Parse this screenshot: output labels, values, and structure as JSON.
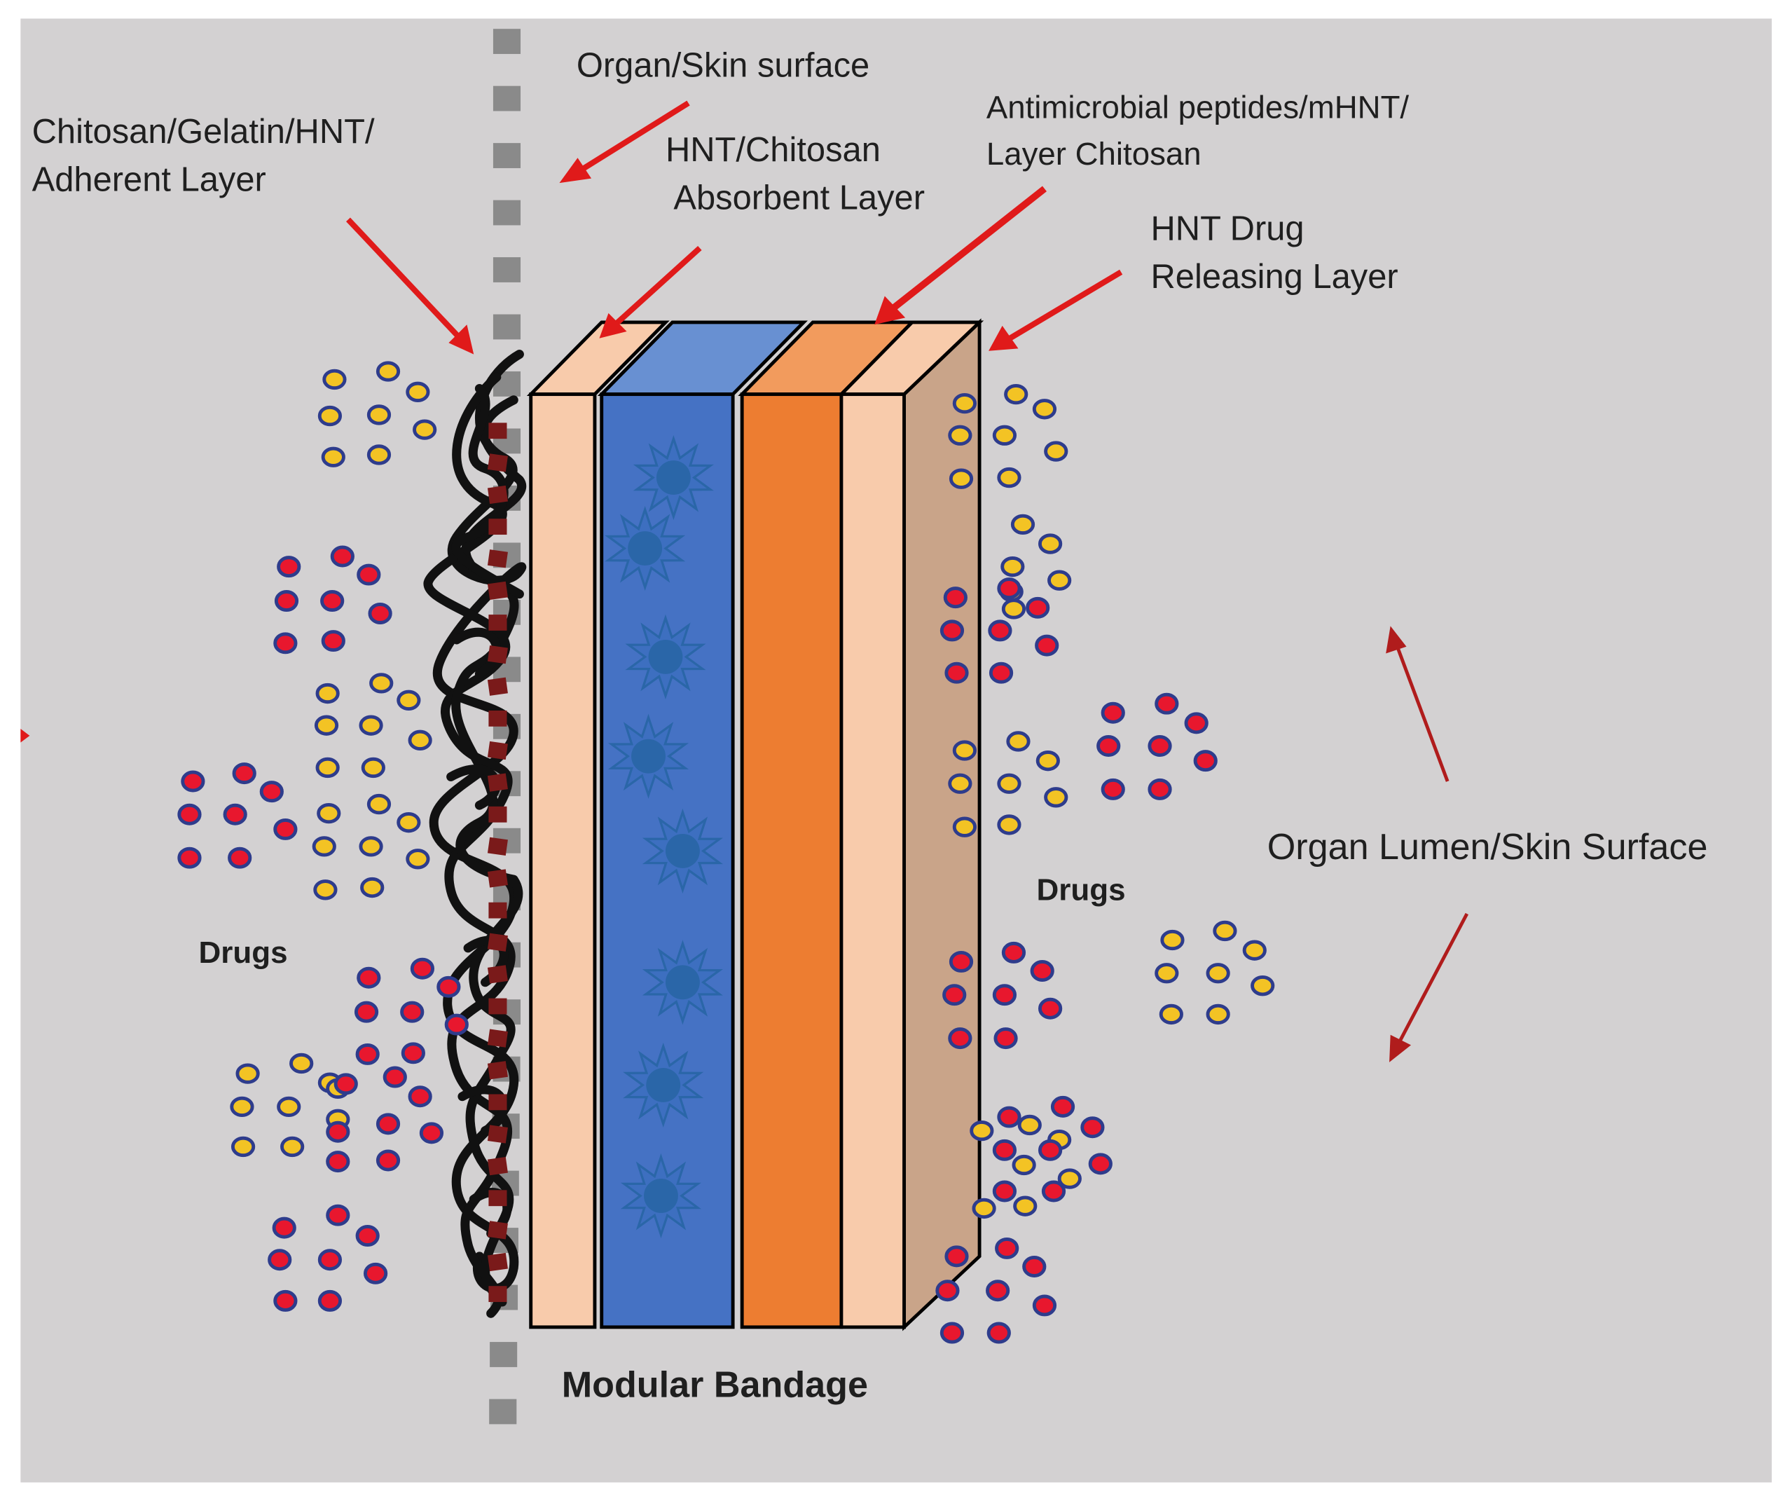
{
  "labels": {
    "organ_skin_surface": "Organ/Skin surface",
    "adherent_line1": "Chitosan/Gelatin/HNT/",
    "adherent_line2": "Adherent Layer",
    "absorbent_line1": "HNT/Chitosan",
    "absorbent_line2": "Absorbent Layer",
    "antimicrobial_line1": "Antimicrobial peptides/mHNT/",
    "antimicrobial_line2": "Layer Chitosan",
    "drug_release_line1": "HNT Drug",
    "drug_release_line2": "Releasing Layer",
    "lumen": "Organ Lumen/Skin Surface",
    "drugs_left": "Drugs",
    "drugs_right": "Drugs",
    "bandage": "Modular Bandage"
  },
  "colors": {
    "background": "#d3d1d2",
    "peach": "#f8cbab",
    "blue": "#4572c4",
    "blue_top": "#6890d2",
    "orange": "#ed7d31",
    "orange_top": "#f29b5d",
    "tan_side": "#c9a489",
    "arrow": "#e01a1a",
    "arrow_dark": "#b01c1c",
    "dash": "#8a8a8a",
    "fiber": "#111111",
    "dotted_red": "#7a1a1a",
    "drug_red": "#e8172e",
    "drug_yellow": "#f3c324",
    "drug_outline": "#2e3c8c",
    "star": "#2a66a8"
  },
  "icons": {
    "adherent_fibers": "tangled-fiber-icon",
    "absorbent_particles": "star-particle-icon",
    "drug_molecules": "drug-dot-icon"
  }
}
